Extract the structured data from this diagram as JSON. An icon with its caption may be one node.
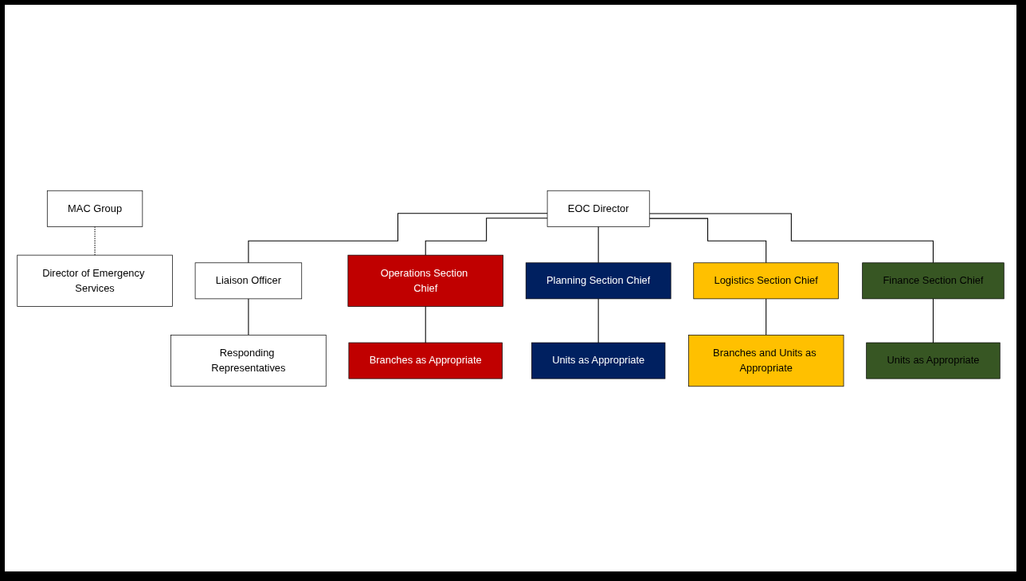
{
  "diagram": {
    "nodes": [
      {
        "text": [
          "MAC Group"
        ]
      },
      {
        "text": [
          "Director of Emergency Services"
        ]
      },
      {
        "text": [
          "EOC Director"
        ]
      },
      {
        "text": [
          "Liaison Officer"
        ]
      },
      {
        "text": [
          "Responding Representatives"
        ]
      },
      {
        "text": [
          "Operations Section Chief"
        ]
      },
      {
        "text": [
          "Planning Section Chief"
        ]
      },
      {
        "text": [
          "Logistics Section Chief"
        ]
      },
      {
        "text": [
          "Finance Section Chief"
        ]
      },
      {
        "text": [
          "Branches as Appropriate"
        ]
      },
      {
        "text": [
          "Units as Appropriate"
        ]
      },
      {
        "text": [
          "Branches and Units as Appropriate"
        ]
      },
      {
        "text": [
          "Units as Appropriate"
        ]
      }
    ],
    "edges": [
      {
        "from": 0,
        "to": 1,
        "arrow": "none",
        "style": "dashed"
      },
      {
        "from": 2,
        "to": 3,
        "arrow": "none"
      },
      {
        "from": 3,
        "to": 4,
        "arrow": "none"
      },
      {
        "from": 2,
        "to": 5,
        "arrow": "none"
      },
      {
        "from": 2,
        "to": 6,
        "arrow": "none"
      },
      {
        "from": 2,
        "to": 7,
        "arrow": "none"
      },
      {
        "from": 2,
        "to": 8,
        "arrow": "none"
      },
      {
        "from": 5,
        "to": 9,
        "arrow": "none"
      },
      {
        "from": 6,
        "to": 10,
        "arrow": "none"
      },
      {
        "from": 7,
        "to": 11,
        "arrow": "none"
      },
      {
        "from": 8,
        "to": 12,
        "arrow": "none"
      }
    ]
  }
}
